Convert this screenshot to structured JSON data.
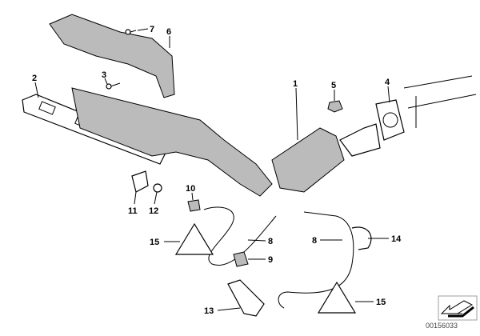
{
  "diagram": {
    "callouts": {
      "c1": "1",
      "c2": "2",
      "c3": "3",
      "c4": "4",
      "c5": "5",
      "c6": "6",
      "c7": "7",
      "c8a": "8",
      "c8b": "8",
      "c9": "9",
      "c10": "10",
      "c11": "11",
      "c12": "12",
      "c13": "13",
      "c14": "14",
      "c15a": "15",
      "c15b": "15"
    },
    "reference_number": "00156033"
  }
}
